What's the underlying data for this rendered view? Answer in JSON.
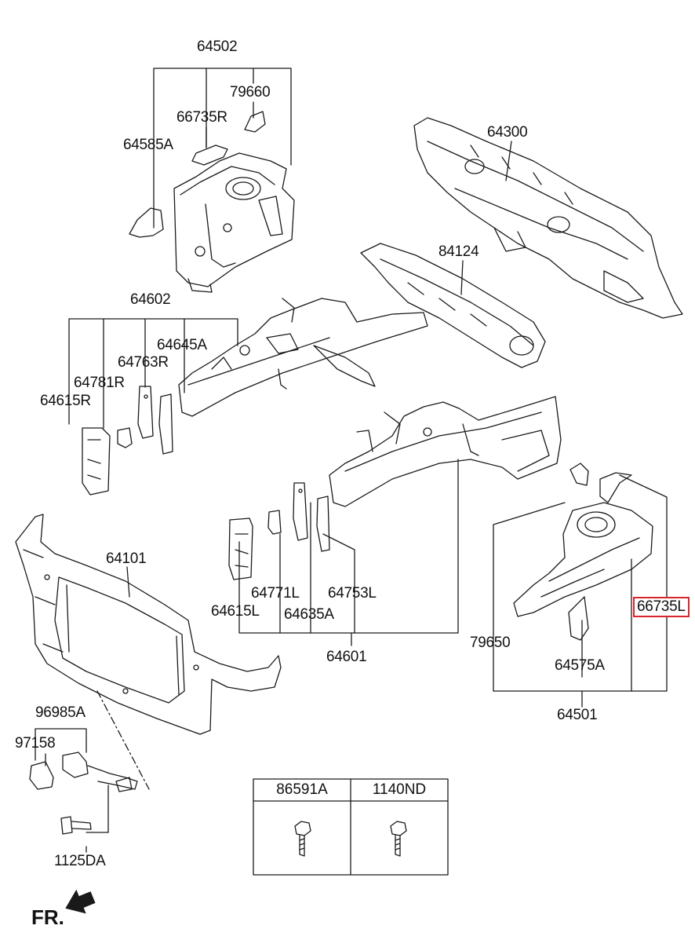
{
  "labels": {
    "p64502": "64502",
    "p79660": "79660",
    "p66735R": "66735R",
    "p64585A": "64585A",
    "p64300": "64300",
    "p84124": "84124",
    "p64602": "64602",
    "p64645A": "64645A",
    "p64763R": "64763R",
    "p64781R": "64781R",
    "p64615R": "64615R",
    "p64101": "64101",
    "p64771L": "64771L",
    "p64753L": "64753L",
    "p64615L": "64615L",
    "p64635A": "64635A",
    "p64601": "64601",
    "p66735L": "66735L",
    "p79650": "79650",
    "p64575A": "64575A",
    "p64501": "64501",
    "p96985A": "96985A",
    "p97158": "97158",
    "p1125DA": "1125DA"
  },
  "fastener_table": {
    "columns": [
      "86591A",
      "1140ND"
    ]
  },
  "direction_marker": "FR.",
  "colors": {
    "line": "#1a1a1a",
    "highlight": "#d9262b"
  }
}
